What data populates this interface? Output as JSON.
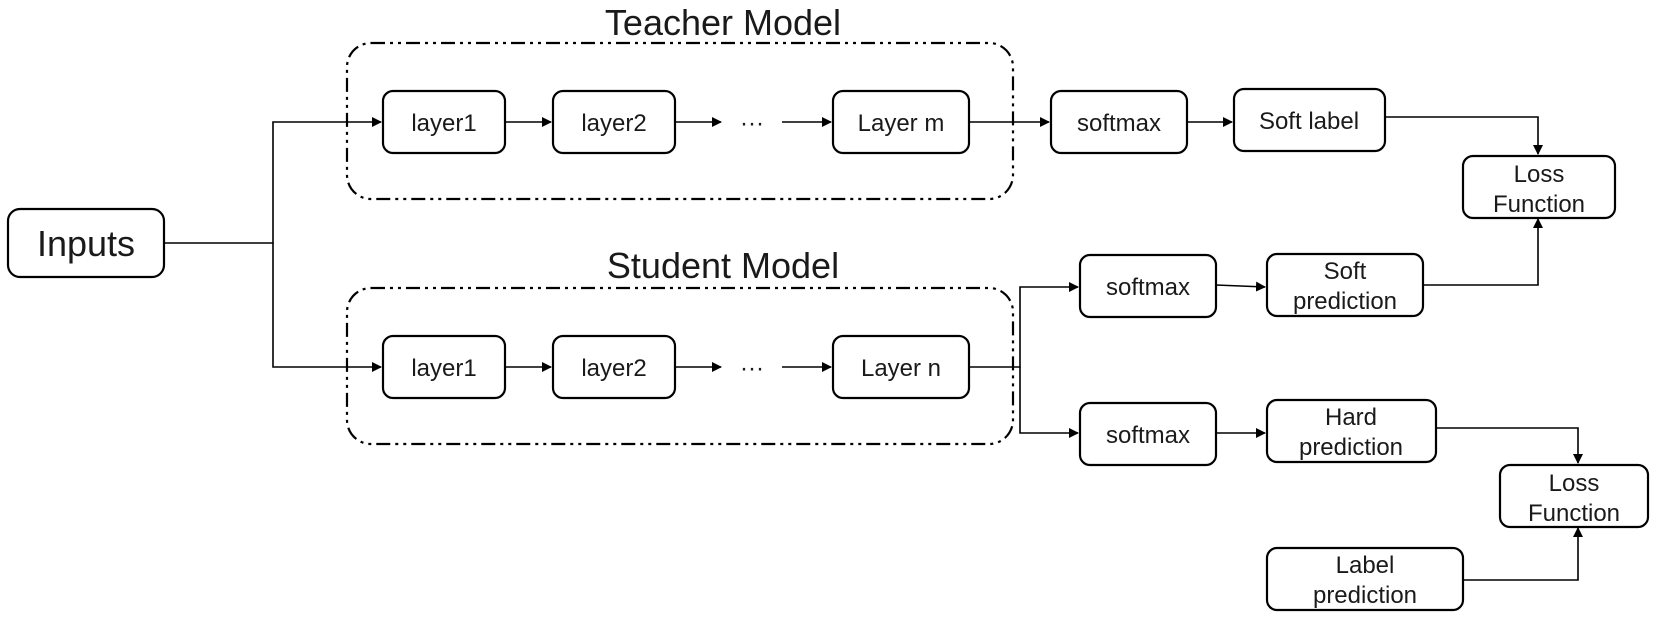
{
  "teacher": {
    "title": "Teacher Model",
    "layers": [
      "layer1",
      "layer2",
      "Layer m"
    ],
    "ellipsis": "···",
    "softmax": "softmax",
    "soft_label": "Soft label"
  },
  "student": {
    "title": "Student Model",
    "layers": [
      "layer1",
      "layer2",
      "Layer n"
    ],
    "ellipsis": "···",
    "softmax_top": "softmax",
    "softmax_bottom": "softmax",
    "soft_prediction": [
      "Soft",
      "prediction"
    ],
    "hard_prediction": [
      "Hard",
      "prediction"
    ]
  },
  "inputs": "Inputs",
  "loss_top": [
    "Loss",
    "Function"
  ],
  "loss_bottom": [
    "Loss",
    "Function"
  ],
  "label_prediction": [
    "Label",
    "prediction"
  ]
}
